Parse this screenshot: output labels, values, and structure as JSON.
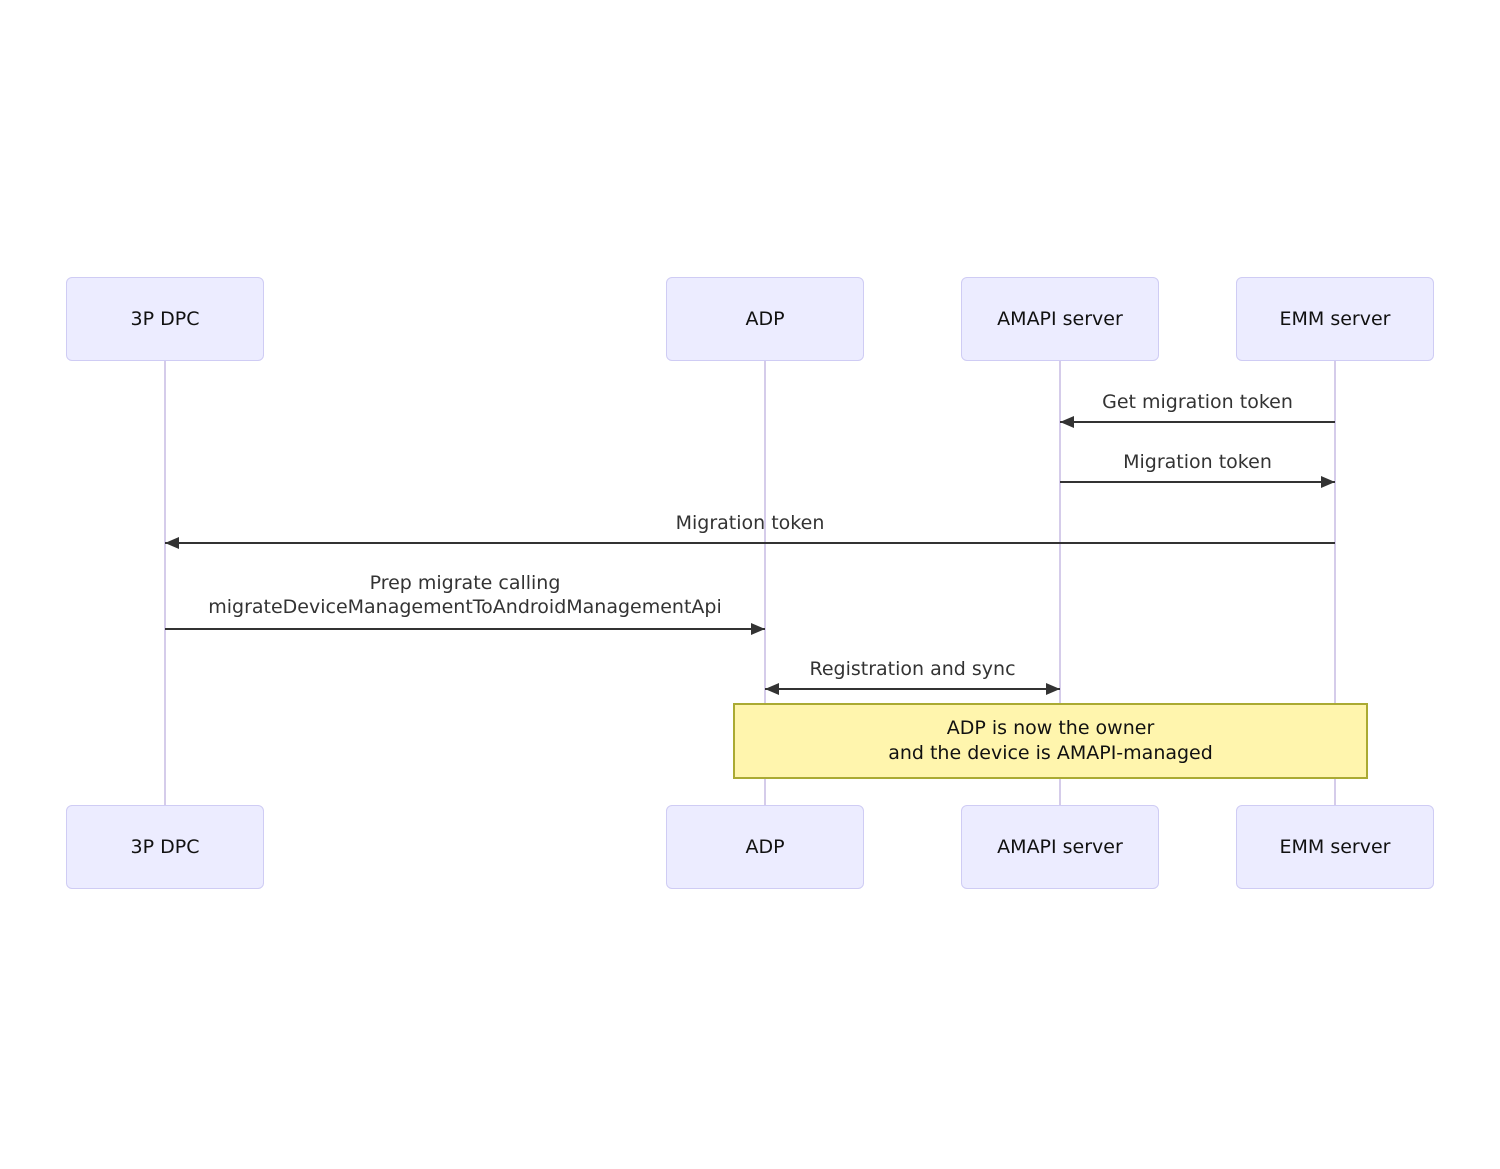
{
  "diagram": {
    "type": "sequence",
    "actors": [
      {
        "label": "3P DPC"
      },
      {
        "label": "ADP"
      },
      {
        "label": "AMAPI server"
      },
      {
        "label": "EMM server"
      }
    ],
    "messages": [
      {
        "lines": [
          "Get migration token"
        ],
        "from": "EMM server",
        "to": "AMAPI server",
        "arrow": "left"
      },
      {
        "lines": [
          "Migration token"
        ],
        "from": "AMAPI server",
        "to": "EMM server",
        "arrow": "right"
      },
      {
        "lines": [
          "Migration token"
        ],
        "from": "EMM server",
        "to": "3P DPC",
        "arrow": "left"
      },
      {
        "lines": [
          "Prep migrate calling",
          "migrateDeviceManagementToAndroidManagementApi"
        ],
        "from": "3P DPC",
        "to": "ADP",
        "arrow": "right"
      },
      {
        "lines": [
          "Registration and sync"
        ],
        "from": "ADP",
        "to": "AMAPI server",
        "arrow": "both"
      }
    ],
    "note": {
      "lines": [
        "ADP is now the owner",
        "and the device is AMAPI-managed"
      ],
      "spans": [
        "ADP",
        "EMM server"
      ]
    },
    "colors": {
      "background": "#ffffff",
      "actor_fill": "#ececff",
      "actor_border": "#cfccf4",
      "lifeline": "#d5ccea",
      "message_line": "#333333",
      "message_text": "#333333",
      "note_fill": "#fff5ad",
      "note_border": "#aaaa33"
    }
  }
}
